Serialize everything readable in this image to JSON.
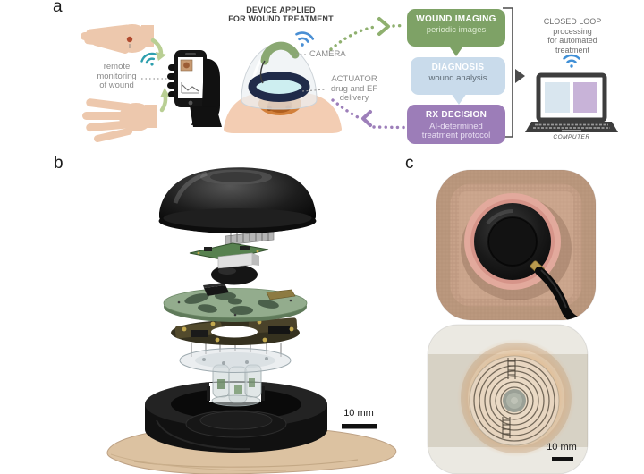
{
  "panel_a": {
    "label": "a",
    "remote_monitoring": {
      "line1": "remote",
      "line2": "monitoring",
      "line3": "of wound"
    },
    "device_title": {
      "line1": "DEVICE APPLIED",
      "line2": "FOR WOUND TREATMENT"
    },
    "camera_label": "CAMERA",
    "actuator": {
      "line1": "ACTUATOR",
      "line2": "drug and EF",
      "line3": "delivery"
    },
    "flow_boxes": {
      "imaging": {
        "title": "WOUND IMAGING",
        "subtitle": "periodic images"
      },
      "diagnosis": {
        "title": "DIAGNOSIS",
        "subtitle": "wound analysis"
      },
      "rx": {
        "title": "RX DECISION",
        "subtitle_line1": "AI-determined",
        "subtitle_line2": "treatment protocol"
      }
    },
    "closed_loop": {
      "line1": "CLOSED LOOP",
      "line2": "processing",
      "line3": "for automated",
      "line4": "treatment"
    },
    "computer_label": "COMPUTER",
    "icons": {
      "phone_wifi": "wifi-icon",
      "device_wifi": "wifi-icon",
      "computer_wifi": "wifi-icon"
    }
  },
  "panel_b": {
    "label": "b",
    "scale_bar_label": "10 mm"
  },
  "panel_c": {
    "label": "c",
    "scale_bar_label": "10 mm"
  },
  "colors": {
    "flow_imaging_green": "#7ea266",
    "flow_diagnosis_blue": "#c9dbeb",
    "flow_rx_purple": "#9c7db8",
    "arrow_green": "#8fb06f",
    "arrow_purple": "#9d7fba",
    "wifi_teal": "#2d9fae",
    "wifi_blue": "#4a8fd4",
    "skin_tan": "#edc8ad",
    "device_ring_navy": "#202b49",
    "camera_arc_green": "#8aa872",
    "wound_orange": "#c97a33",
    "baseplate_tan": "#dcc2a1",
    "bandage_tan": "#c7a289",
    "bandage_ring_pink": "#e2a99c",
    "scale_bar": "#111111"
  }
}
